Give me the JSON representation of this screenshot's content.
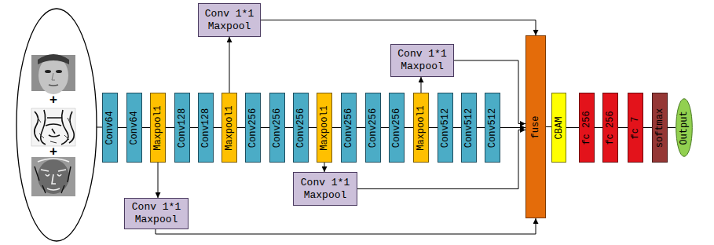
{
  "diagram": {
    "nodes": [
      {
        "text": [
          "Conv64"
        ]
      },
      {
        "text": [
          "Conv64"
        ]
      },
      {
        "text": [
          "Maxpool1"
        ]
      },
      {
        "text": [
          "Conv128"
        ]
      },
      {
        "text": [
          "Conv128"
        ]
      },
      {
        "text": [
          "Maxpool1"
        ]
      },
      {
        "text": [
          "Conv256"
        ]
      },
      {
        "text": [
          "Conv256"
        ]
      },
      {
        "text": [
          "Conv256"
        ]
      },
      {
        "text": [
          "Maxpool1"
        ]
      },
      {
        "text": [
          "Conv256"
        ]
      },
      {
        "text": [
          "Conv256"
        ]
      },
      {
        "text": [
          "Conv256"
        ]
      },
      {
        "text": [
          "Maxpool1"
        ]
      },
      {
        "text": [
          "Conv512"
        ]
      },
      {
        "text": [
          "Conv512"
        ]
      },
      {
        "text": [
          "Conv512"
        ]
      },
      {
        "text": [
          "Conv 1*1 Maxpool"
        ]
      },
      {
        "text": [
          "Conv 1*1 Maxpool"
        ]
      },
      {
        "text": [
          "Conv 1*1 Maxpool"
        ]
      },
      {
        "text": [
          "Conv 1*1 Maxpool"
        ]
      },
      {
        "text": [
          "fuse"
        ]
      },
      {
        "text": [
          "CBAM"
        ]
      },
      {
        "text": [
          "fc 256"
        ]
      },
      {
        "text": [
          "fc 256"
        ]
      },
      {
        "text": [
          "fc 7"
        ]
      },
      {
        "text": [
          "softmax"
        ]
      },
      {
        "text": [
          "Output"
        ]
      }
    ],
    "edges": [
      {
        "from": 0,
        "to": 1,
        "arrow": "none"
      },
      {
        "from": 1,
        "to": 2,
        "arrow": "none"
      },
      {
        "from": 2,
        "to": 3,
        "arrow": "none"
      },
      {
        "from": 3,
        "to": 4,
        "arrow": "none"
      },
      {
        "from": 4,
        "to": 5,
        "arrow": "none"
      },
      {
        "from": 5,
        "to": 6,
        "arrow": "none"
      },
      {
        "from": 6,
        "to": 7,
        "arrow": "none"
      },
      {
        "from": 7,
        "to": 8,
        "arrow": "none"
      },
      {
        "from": 8,
        "to": 9,
        "arrow": "none"
      },
      {
        "from": 9,
        "to": 10,
        "arrow": "none"
      },
      {
        "from": 10,
        "to": 11,
        "arrow": "none"
      },
      {
        "from": 11,
        "to": 12,
        "arrow": "none"
      },
      {
        "from": 12,
        "to": 13,
        "arrow": "none"
      },
      {
        "from": 13,
        "to": 14,
        "arrow": "none"
      },
      {
        "from": 14,
        "to": 15,
        "arrow": "none"
      },
      {
        "from": 15,
        "to": 16,
        "arrow": "none"
      },
      {
        "from": 16,
        "to": 21,
        "arrow": "to"
      },
      {
        "from": 5,
        "to": 17,
        "arrow": "to"
      },
      {
        "from": 2,
        "to": 18,
        "arrow": "to"
      },
      {
        "from": 13,
        "to": 19,
        "arrow": "to"
      },
      {
        "from": 9,
        "to": 20,
        "arrow": "to"
      },
      {
        "from": 17,
        "to": 21,
        "arrow": "to"
      },
      {
        "from": 18,
        "to": 21,
        "arrow": "to"
      },
      {
        "from": 19,
        "to": 21,
        "arrow": "to"
      },
      {
        "from": 20,
        "to": 21,
        "arrow": "to"
      },
      {
        "from": 21,
        "to": 22,
        "arrow": "none"
      },
      {
        "from": 22,
        "to": 23,
        "arrow": "none"
      },
      {
        "from": 23,
        "to": 24,
        "arrow": "none"
      },
      {
        "from": 24,
        "to": 25,
        "arrow": "none"
      },
      {
        "from": 25,
        "to": 26,
        "arrow": "none"
      },
      {
        "from": 26,
        "to": 27,
        "arrow": "none"
      }
    ],
    "labels": [
      "+",
      "+"
    ]
  }
}
